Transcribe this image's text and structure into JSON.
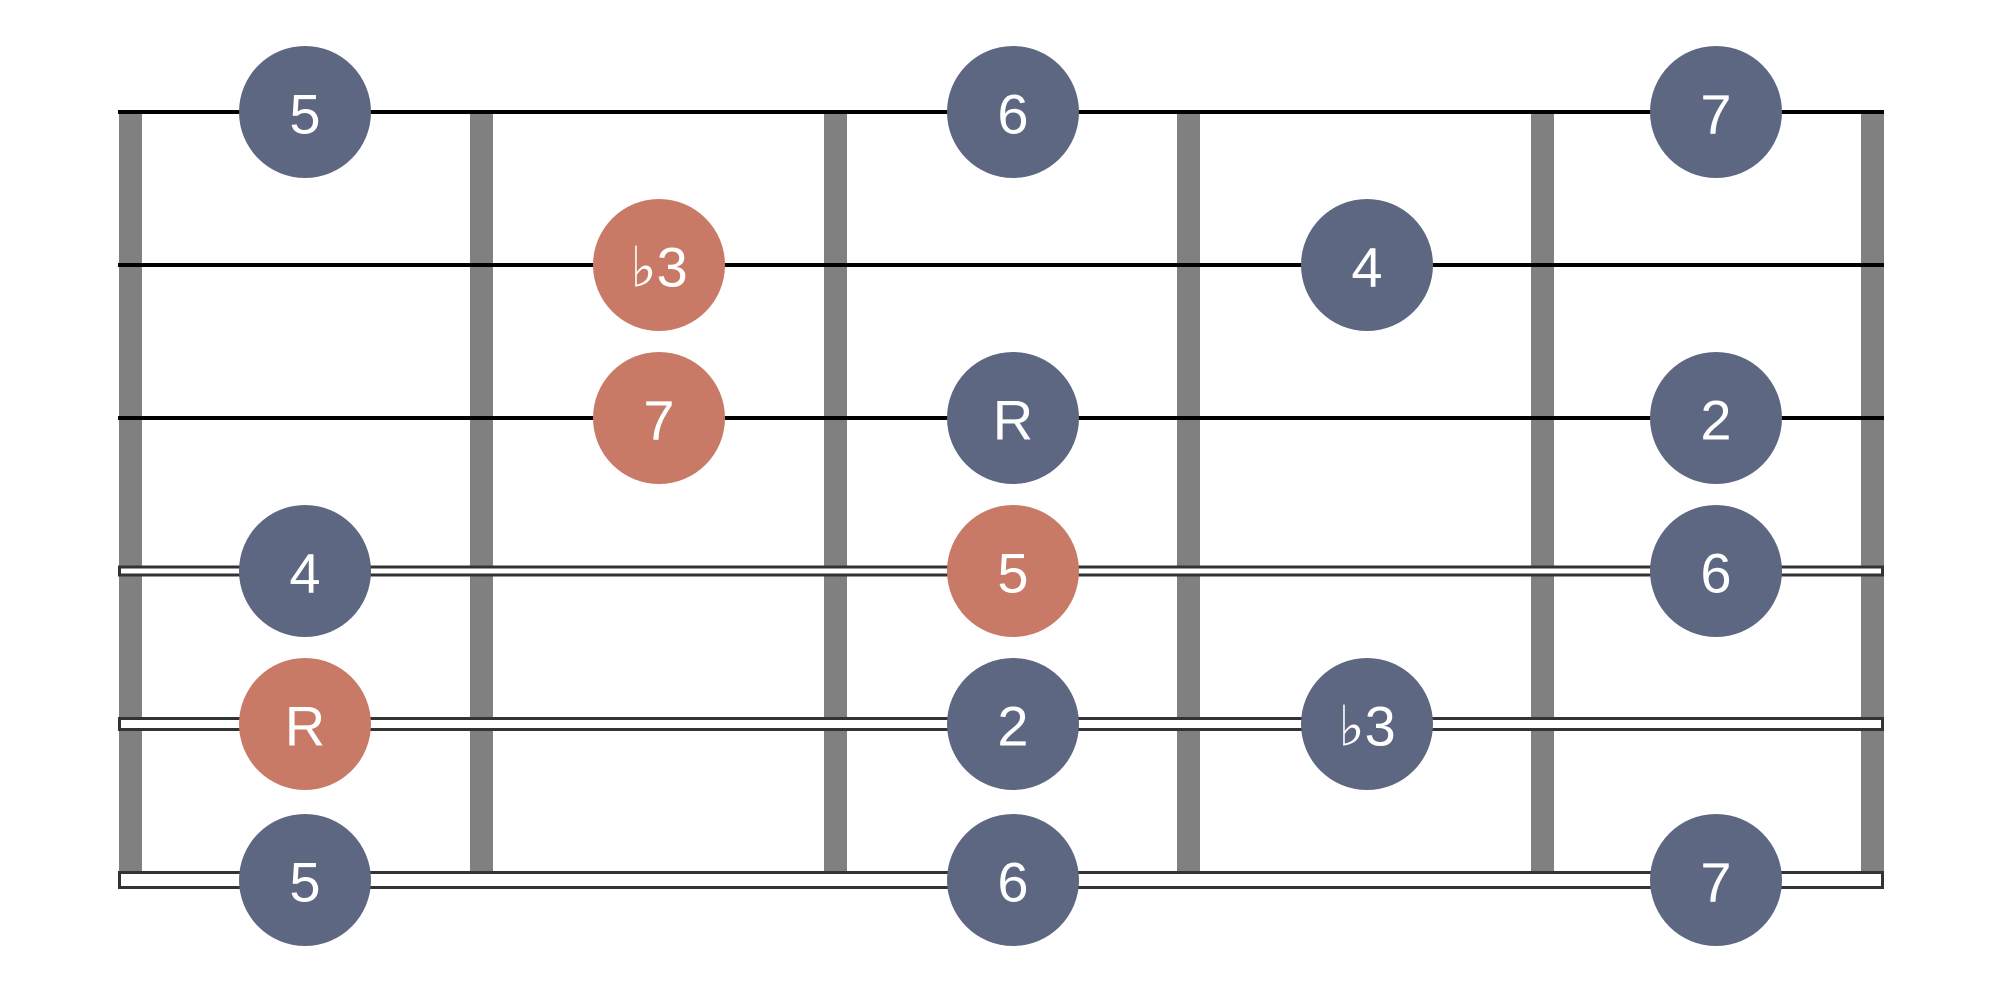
{
  "title": "Fretboard scale diagram",
  "colors": {
    "fret": "#808080",
    "string": "#000000",
    "wound_string_border": "#333333",
    "note_default": "#5d6782",
    "note_highlight": "#c87a67",
    "label": "#ffffff"
  },
  "fret_count": 6,
  "strings": [
    {
      "index": 1,
      "wound": false
    },
    {
      "index": 2,
      "wound": false
    },
    {
      "index": 3,
      "wound": false
    },
    {
      "index": 4,
      "wound": true
    },
    {
      "index": 5,
      "wound": true
    },
    {
      "index": 6,
      "wound": true
    }
  ],
  "notes": [
    {
      "string": 1,
      "fret": 1,
      "label": "5",
      "highlight": false
    },
    {
      "string": 1,
      "fret": 3,
      "label": "6",
      "highlight": false
    },
    {
      "string": 1,
      "fret": 5,
      "label": "7",
      "highlight": false
    },
    {
      "string": 2,
      "fret": 2,
      "label": "♭3",
      "highlight": true
    },
    {
      "string": 2,
      "fret": 4,
      "label": "4",
      "highlight": false
    },
    {
      "string": 3,
      "fret": 2,
      "label": "7",
      "highlight": true
    },
    {
      "string": 3,
      "fret": 3,
      "label": "R",
      "highlight": false
    },
    {
      "string": 3,
      "fret": 5,
      "label": "2",
      "highlight": false
    },
    {
      "string": 4,
      "fret": 1,
      "label": "4",
      "highlight": false
    },
    {
      "string": 4,
      "fret": 3,
      "label": "5",
      "highlight": true
    },
    {
      "string": 4,
      "fret": 5,
      "label": "6",
      "highlight": false
    },
    {
      "string": 5,
      "fret": 1,
      "label": "R",
      "highlight": true
    },
    {
      "string": 5,
      "fret": 3,
      "label": "2",
      "highlight": false
    },
    {
      "string": 5,
      "fret": 4,
      "label": "♭3",
      "highlight": false
    },
    {
      "string": 6,
      "fret": 1,
      "label": "5",
      "highlight": false
    },
    {
      "string": 6,
      "fret": 3,
      "label": "6",
      "highlight": false
    },
    {
      "string": 6,
      "fret": 5,
      "label": "7",
      "highlight": false
    }
  ]
}
